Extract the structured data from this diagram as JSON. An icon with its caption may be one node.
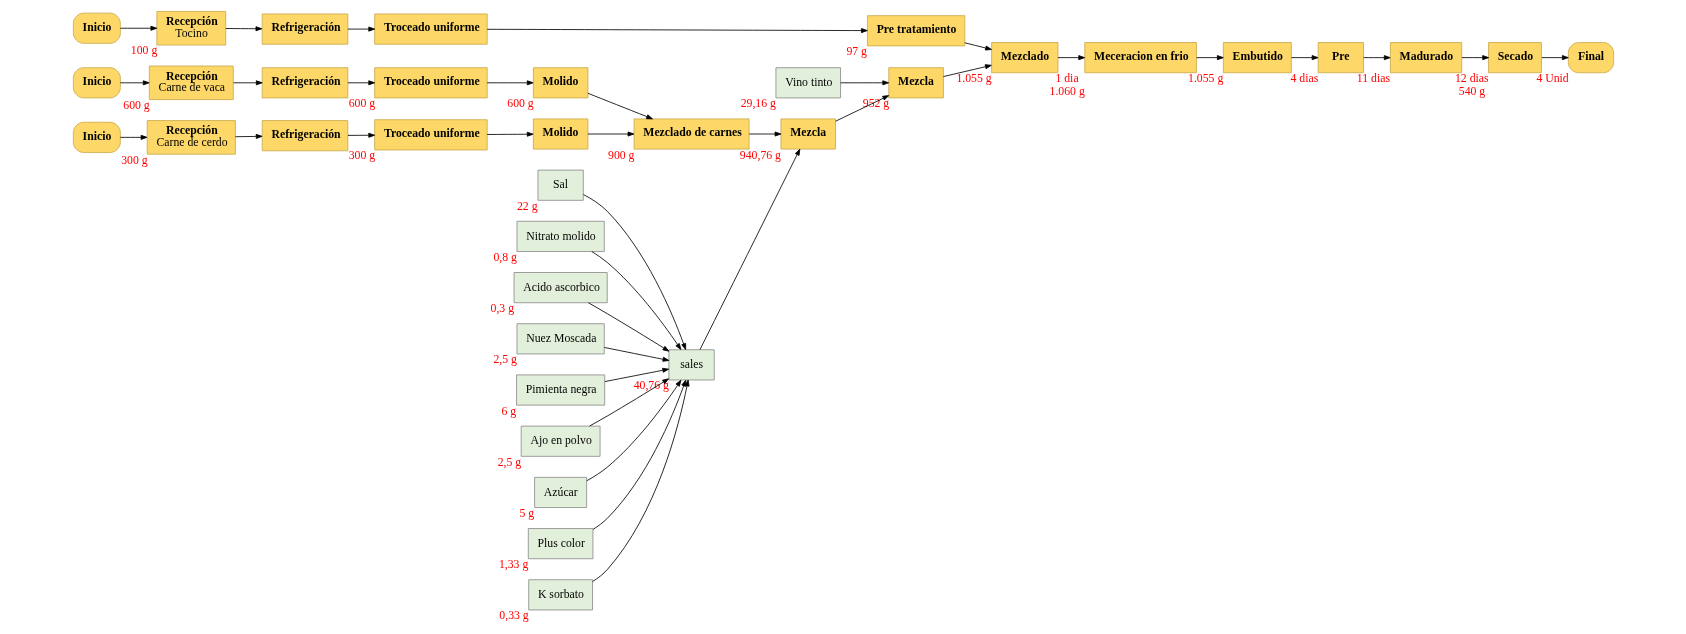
{
  "diagram": {
    "nodes": [
      {
        "text": [
          "Sal"
        ],
        "beside": [
          "22 g"
        ]
      },
      {
        "text": [
          "Nitrato molido"
        ],
        "beside": [
          "0,8 g"
        ]
      },
      {
        "text": [
          "Acido ascorbico"
        ],
        "beside": [
          "0,3 g"
        ]
      },
      {
        "text": [
          "Nuez Moscada"
        ],
        "beside": [
          "2,5 g"
        ]
      },
      {
        "text": [
          "Pimienta negra"
        ],
        "beside": [
          "6 g"
        ]
      },
      {
        "text": [
          "Ajo en polvo"
        ],
        "beside": [
          "2,5 g"
        ]
      },
      {
        "text": [
          "Azúcar"
        ],
        "beside": [
          "5 g"
        ]
      },
      {
        "text": [
          "Plus color"
        ],
        "beside": [
          "1,33 g"
        ]
      },
      {
        "text": [
          "K sorbato"
        ],
        "beside": [
          "0,33 g"
        ]
      },
      {
        "text": [
          "sales"
        ],
        "beside": [
          "40,76 g"
        ]
      },
      {
        "text": [
          "Vino tinto"
        ],
        "beside": [
          "29,16 g"
        ]
      },
      {
        "text": [
          "Inicio"
        ]
      },
      {
        "text": [
          "Recepción",
          "Carne de vaca"
        ],
        "beside": [
          "600 g"
        ]
      },
      {
        "text": [
          "Refrigeración"
        ]
      },
      {
        "text": [
          "Troceado uniforme"
        ],
        "beside": [
          "600 g"
        ]
      },
      {
        "text": [
          "Molido"
        ],
        "beside": [
          "600 g"
        ]
      },
      {
        "text": [
          "Inicio"
        ]
      },
      {
        "text": [
          "Recepción",
          "Carne de cerdo"
        ],
        "beside": [
          "300 g"
        ]
      },
      {
        "text": [
          "Refrigeración"
        ]
      },
      {
        "text": [
          "Troceado uniforme"
        ],
        "beside": [
          "300 g"
        ]
      },
      {
        "text": [
          "Molido"
        ]
      },
      {
        "text": [
          "Mezclado de carnes"
        ],
        "beside": [
          "900 g"
        ]
      },
      {
        "text": [
          "Mezcla"
        ],
        "beside": [
          "940,76 g"
        ]
      },
      {
        "text": [
          "Mezcla"
        ],
        "beside": [
          "952 g"
        ]
      },
      {
        "text": [
          "Mezclado"
        ],
        "beside": [
          "1.055 g"
        ]
      },
      {
        "text": [
          "Meceracion en frio"
        ],
        "beside": [
          "1 dia",
          "1.060 g"
        ]
      },
      {
        "text": [
          "Inicio"
        ]
      },
      {
        "text": [
          "Recepción",
          "Tocino"
        ],
        "beside": [
          "100 g"
        ]
      },
      {
        "text": [
          "Refrigeración"
        ]
      },
      {
        "text": [
          "Troceado uniforme"
        ]
      },
      {
        "text": [
          "Pre tratamiento"
        ],
        "beside": [
          "97 g"
        ]
      },
      {
        "text": [
          "Embutido"
        ],
        "beside": [
          "1.055 g"
        ]
      },
      {
        "text": [
          "Pre"
        ],
        "beside": [
          "4 dias"
        ]
      },
      {
        "text": [
          "Madurado"
        ],
        "beside": [
          "11 dias"
        ]
      },
      {
        "text": [
          "Secado"
        ],
        "beside": [
          "12 dias",
          "540 g"
        ]
      },
      {
        "text": [
          "Final"
        ],
        "beside": [
          "4 Unid"
        ]
      }
    ],
    "edges": [
      {
        "from": 0,
        "to": 9,
        "arrow": "to"
      },
      {
        "from": 1,
        "to": 9,
        "arrow": "to"
      },
      {
        "from": 2,
        "to": 9,
        "arrow": "to"
      },
      {
        "from": 3,
        "to": 9,
        "arrow": "to"
      },
      {
        "from": 4,
        "to": 9,
        "arrow": "to"
      },
      {
        "from": 5,
        "to": 9,
        "arrow": "to"
      },
      {
        "from": 6,
        "to": 9,
        "arrow": "to"
      },
      {
        "from": 7,
        "to": 9,
        "arrow": "to"
      },
      {
        "from": 8,
        "to": 9,
        "arrow": "to"
      },
      {
        "from": 11,
        "to": 12,
        "arrow": "to"
      },
      {
        "from": 12,
        "to": 13,
        "arrow": "to"
      },
      {
        "from": 13,
        "to": 14,
        "arrow": "to"
      },
      {
        "from": 14,
        "to": 15,
        "arrow": "to"
      },
      {
        "from": 15,
        "to": 21,
        "arrow": "to"
      },
      {
        "from": 16,
        "to": 17,
        "arrow": "to"
      },
      {
        "from": 17,
        "to": 18,
        "arrow": "to"
      },
      {
        "from": 18,
        "to": 19,
        "arrow": "to"
      },
      {
        "from": 19,
        "to": 20,
        "arrow": "to"
      },
      {
        "from": 20,
        "to": 21,
        "arrow": "to"
      },
      {
        "from": 21,
        "to": 22,
        "arrow": "to"
      },
      {
        "from": 9,
        "to": 22,
        "arrow": "to"
      },
      {
        "from": 22,
        "to": 23,
        "arrow": "to"
      },
      {
        "from": 10,
        "to": 23,
        "arrow": "to"
      },
      {
        "from": 23,
        "to": 24,
        "arrow": "to"
      },
      {
        "from": 26,
        "to": 27,
        "arrow": "to"
      },
      {
        "from": 27,
        "to": 28,
        "arrow": "to"
      },
      {
        "from": 28,
        "to": 29,
        "arrow": "to"
      },
      {
        "from": 29,
        "to": 30,
        "arrow": "to"
      },
      {
        "from": 30,
        "to": 24,
        "arrow": "to"
      },
      {
        "from": 24,
        "to": 25,
        "arrow": "to"
      },
      {
        "from": 25,
        "to": 31,
        "arrow": "to"
      },
      {
        "from": 31,
        "to": 32,
        "arrow": "to"
      },
      {
        "from": 32,
        "to": 33,
        "arrow": "to"
      },
      {
        "from": 33,
        "to": 34,
        "arrow": "to"
      },
      {
        "from": 34,
        "to": 35,
        "arrow": "to"
      }
    ]
  }
}
